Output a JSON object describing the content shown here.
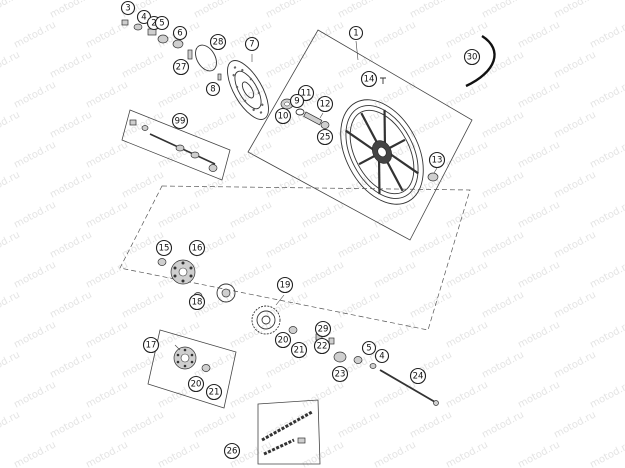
{
  "watermark": {
    "text": "motod.ru"
  },
  "callouts": [
    {
      "id": "c-3",
      "label": "3"
    },
    {
      "id": "c-4a",
      "label": "4"
    },
    {
      "id": "c-2",
      "label": "2"
    },
    {
      "id": "c-5a",
      "label": "5"
    },
    {
      "id": "c-6",
      "label": "6"
    },
    {
      "id": "c-28",
      "label": "28"
    },
    {
      "id": "c-7",
      "label": "7"
    },
    {
      "id": "c-1",
      "label": "1"
    },
    {
      "id": "c-30",
      "label": "30"
    },
    {
      "id": "c-27",
      "label": "27"
    },
    {
      "id": "c-8",
      "label": "8"
    },
    {
      "id": "c-14",
      "label": "14"
    },
    {
      "id": "c-11",
      "label": "11"
    },
    {
      "id": "c-9",
      "label": "9"
    },
    {
      "id": "c-12",
      "label": "12"
    },
    {
      "id": "c-10",
      "label": "10"
    },
    {
      "id": "c-25",
      "label": "25"
    },
    {
      "id": "c-99",
      "label": "99"
    },
    {
      "id": "c-13",
      "label": "13"
    },
    {
      "id": "c-15",
      "label": "15"
    },
    {
      "id": "c-16",
      "label": "16"
    },
    {
      "id": "c-18",
      "label": "18"
    },
    {
      "id": "c-19",
      "label": "19"
    },
    {
      "id": "c-17",
      "label": "17"
    },
    {
      "id": "c-29",
      "label": "29"
    },
    {
      "id": "c-20a",
      "label": "20"
    },
    {
      "id": "c-21a",
      "label": "21"
    },
    {
      "id": "c-22",
      "label": "22"
    },
    {
      "id": "c-5b",
      "label": "5"
    },
    {
      "id": "c-4b",
      "label": "4"
    },
    {
      "id": "c-23",
      "label": "23"
    },
    {
      "id": "c-24",
      "label": "24"
    },
    {
      "id": "c-20b",
      "label": "20"
    },
    {
      "id": "c-21b",
      "label": "21"
    },
    {
      "id": "c-26",
      "label": "26"
    }
  ]
}
